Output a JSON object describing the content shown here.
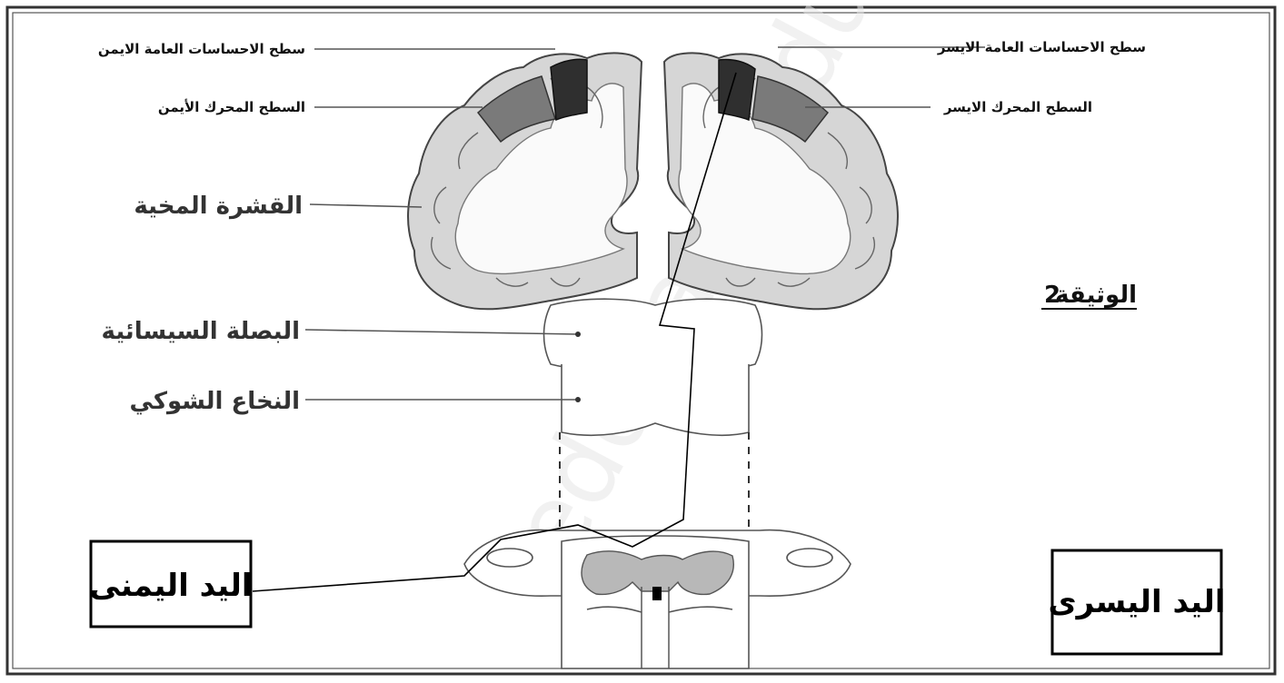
{
  "labels": {
    "right_sensory_surface": "سطح الاحساسات العامة الايمن",
    "left_sensory_surface": "سطح الاحساسات العامة الايسر",
    "right_motor_surface": "السطح المحرك الأيمن",
    "left_motor_surface": "السطح المحرك الايسر",
    "cerebral_cortex": "القشرة المخية",
    "medulla_oblongata": "البصلة السيسائية",
    "spinal_cord": "النخاع الشوكي"
  },
  "document_label": {
    "text": "الوثيقة",
    "number": "2"
  },
  "hands": {
    "right_hand": "اليد اليمنى",
    "left_hand": "اليد اليسرى"
  },
  "watermark": "eddirasa-education.com",
  "colors": {
    "border": "#333333",
    "motor_area": "#7a7a7a",
    "sensory_area": "#2f2f2f",
    "cortex": "#d6d6d6"
  }
}
